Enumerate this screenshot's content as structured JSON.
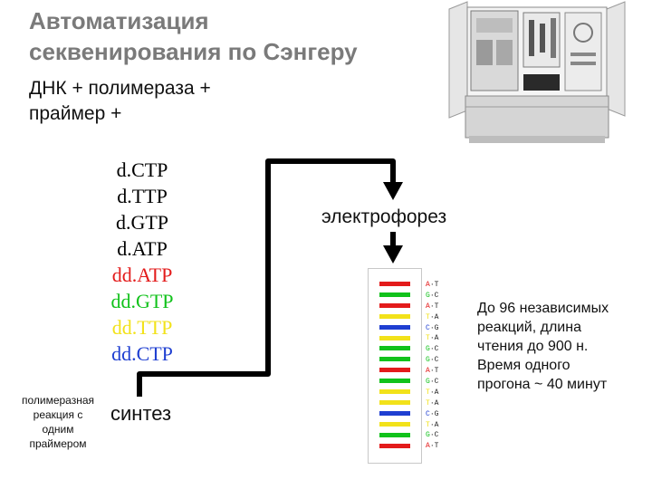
{
  "title": {
    "line1": "Автоматизация",
    "line2": "секвенирования по Сэнгеру"
  },
  "intro": {
    "line1": "ДНК + полимераза +",
    "line2": "праймер +"
  },
  "nucleotides": [
    {
      "label": "d.CTP",
      "color": "#000000"
    },
    {
      "label": "d.TTP",
      "color": "#000000"
    },
    {
      "label": "d.GTP",
      "color": "#000000"
    },
    {
      "label": "d.ATP",
      "color": "#000000"
    },
    {
      "label": "dd.ATP",
      "color": "#e31b1b"
    },
    {
      "label": "dd.GTP",
      "color": "#11c21b"
    },
    {
      "label": "dd.TTP",
      "color": "#f2e21a"
    },
    {
      "label": "dd.CTP",
      "color": "#1f3fd1"
    }
  ],
  "pcr_note": {
    "line1": "полимеразная",
    "line2": "реакция с",
    "line3": "одним",
    "line4": "праймером"
  },
  "synthesis_label": "синтез",
  "electrophoresis_label": "электрофорез",
  "info": {
    "line1": "До 96 независимых",
    "line2": "реакций, длина",
    "line3": "чтения до 900 н.",
    "line4": "Время одного",
    "line5": "прогона ~ 40 минут"
  },
  "base_colors": {
    "A": "#e31b1b",
    "G": "#11c21b",
    "T": "#f2e21a",
    "C": "#1f3fd1"
  },
  "gel_bands": [
    "A",
    "G",
    "A",
    "T",
    "C",
    "T",
    "G",
    "G",
    "A",
    "G",
    "T",
    "T",
    "C",
    "T",
    "G",
    "A"
  ],
  "base_pairs": [
    {
      "left": "A",
      "right": "T",
      "label": "A·T"
    },
    {
      "left": "G",
      "right": "C",
      "label": "G·C"
    },
    {
      "left": "A",
      "right": "T",
      "label": "A·T"
    },
    {
      "left": "T",
      "right": "A",
      "label": "T·A"
    },
    {
      "left": "C",
      "right": "G",
      "label": "C·G"
    },
    {
      "left": "T",
      "right": "A",
      "label": "T·A"
    },
    {
      "left": "G",
      "right": "C",
      "label": "G·C"
    },
    {
      "left": "G",
      "right": "C",
      "label": "G·C"
    },
    {
      "left": "A",
      "right": "T",
      "label": "A·T"
    },
    {
      "left": "G",
      "right": "C",
      "label": "G·C"
    },
    {
      "left": "T",
      "right": "A",
      "label": "T·A"
    },
    {
      "left": "T",
      "right": "A",
      "label": "T·A"
    },
    {
      "left": "C",
      "right": "G",
      "label": "C·G"
    },
    {
      "left": "T",
      "right": "A",
      "label": "T·A"
    },
    {
      "left": "G",
      "right": "C",
      "label": "G·C"
    },
    {
      "left": "A",
      "right": "T",
      "label": "A·T"
    }
  ],
  "right_pair_color": "#222222",
  "line_color": "#000000"
}
